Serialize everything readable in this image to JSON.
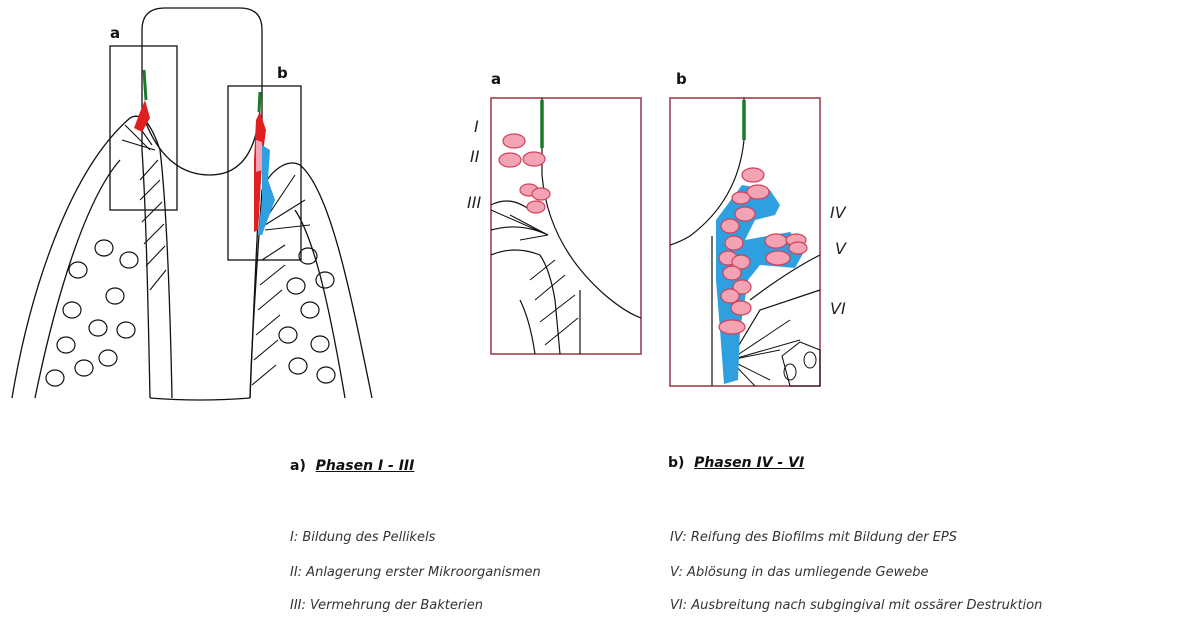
{
  "overview": {
    "label_a": "a",
    "label_b": "b"
  },
  "detail_a": {
    "label": "a",
    "phase_I": "I",
    "phase_II": "II",
    "phase_III": "III"
  },
  "detail_b": {
    "label": "b",
    "phase_IV": "IV",
    "phase_V": "V",
    "phase_VI": "VI"
  },
  "legend": {
    "a": {
      "prefix": "a)",
      "title": "Phasen I - III",
      "items": [
        "I: Bildung des Pellikels",
        "II: Anlagerung erster Mikroorganismen",
        "III: Vermehrung der Bakterien"
      ]
    },
    "b": {
      "prefix": "b)",
      "title": "Phasen IV - VI",
      "items": [
        "IV: Reifung des Biofilms mit Bildung der EPS",
        "V: Ablösung in das umliegende Gewebe",
        "VI: Ausbreitung nach subgingival mit ossärer Destruktion"
      ]
    }
  },
  "colors": {
    "pellicle": "#1a7a2a",
    "bacteria_fill": "#f4a3b4",
    "bacteria_stroke": "#d0405a",
    "eps": "#2ea0e0",
    "plaque": "#e02020",
    "frame": "#a04050"
  }
}
